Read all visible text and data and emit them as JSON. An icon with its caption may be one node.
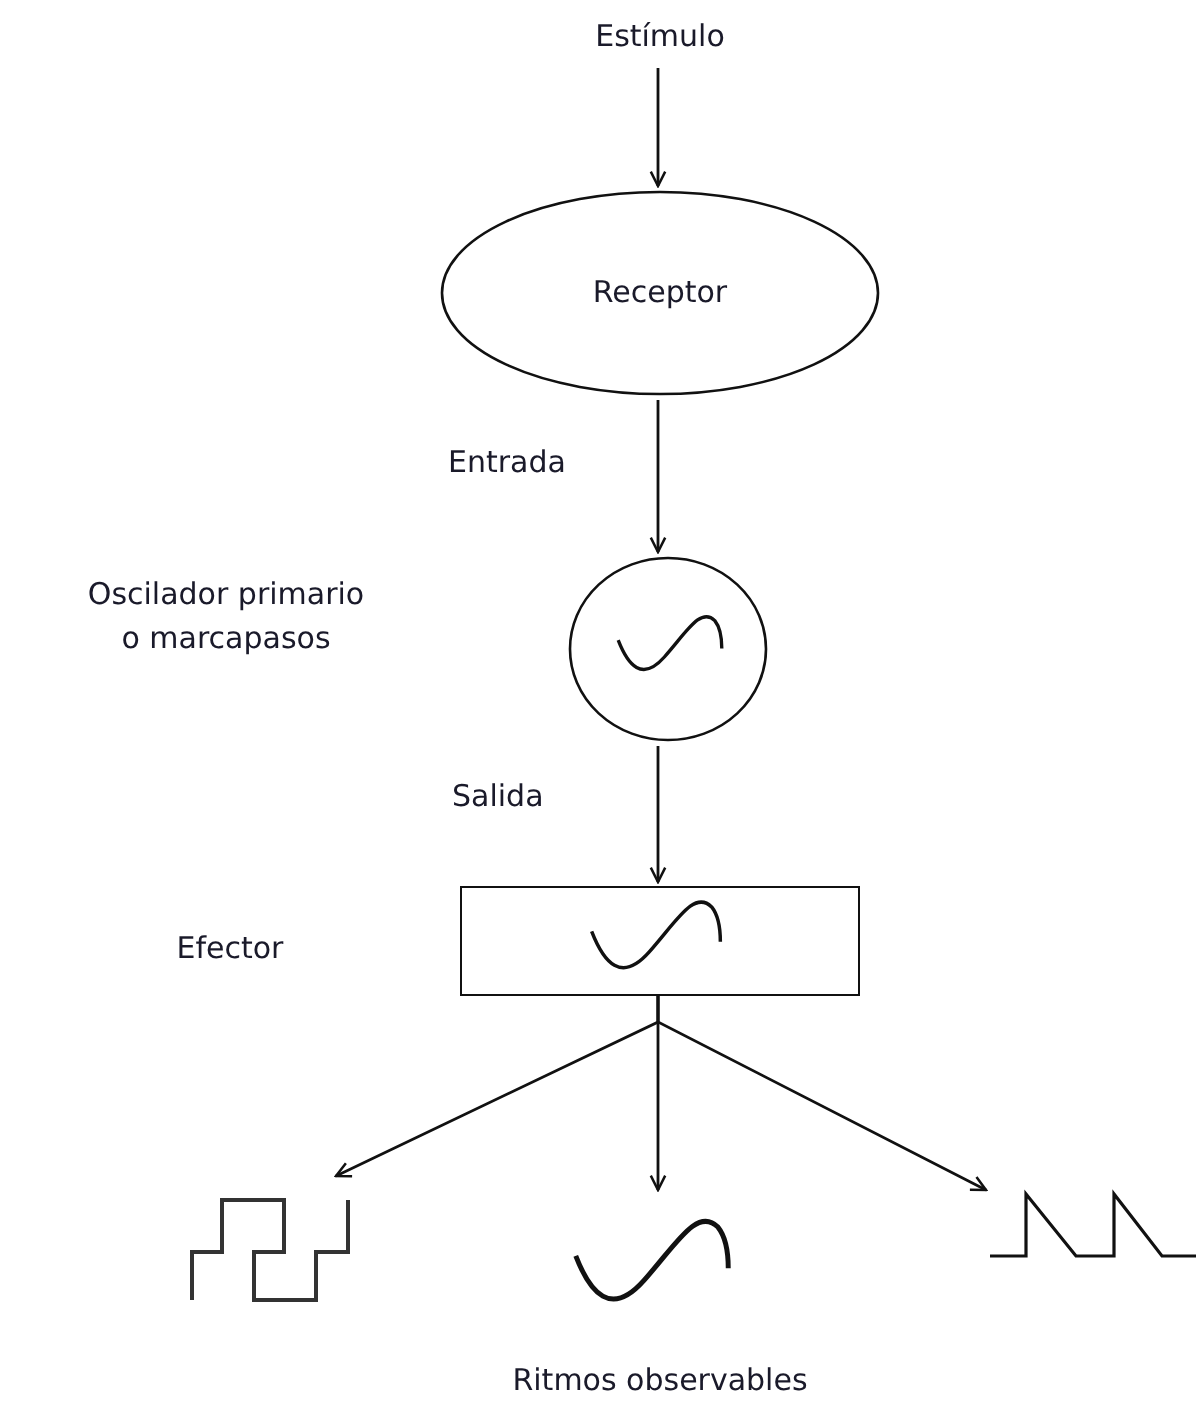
{
  "diagram": {
    "nodes": [
      {
        "text": [
          "Estímulo"
        ]
      },
      {
        "text": [
          "Receptor"
        ]
      },
      {
        "text": [],
        "shape": "circle"
      },
      {
        "text": [],
        "shape": "box"
      },
      {
        "text": [],
        "shape": "picture"
      },
      {
        "text": [],
        "shape": "picture"
      },
      {
        "text": [],
        "shape": "picture"
      }
    ],
    "edges": [
      {
        "from": 0,
        "to": 1,
        "arrow": "to"
      },
      {
        "from": 1,
        "to": 2,
        "arrow": "to",
        "label": "Entrada"
      },
      {
        "from": 2,
        "to": 3,
        "arrow": "to",
        "label": "Salida"
      },
      {
        "from": 3,
        "to": 4,
        "arrow": "to"
      },
      {
        "from": 3,
        "to": 5,
        "arrow": "to"
      },
      {
        "from": 3,
        "to": 6,
        "arrow": "to"
      }
    ],
    "labels": [
      "Oscilador primario o marcapasos",
      "Efector",
      "Ritmos observables"
    ]
  }
}
